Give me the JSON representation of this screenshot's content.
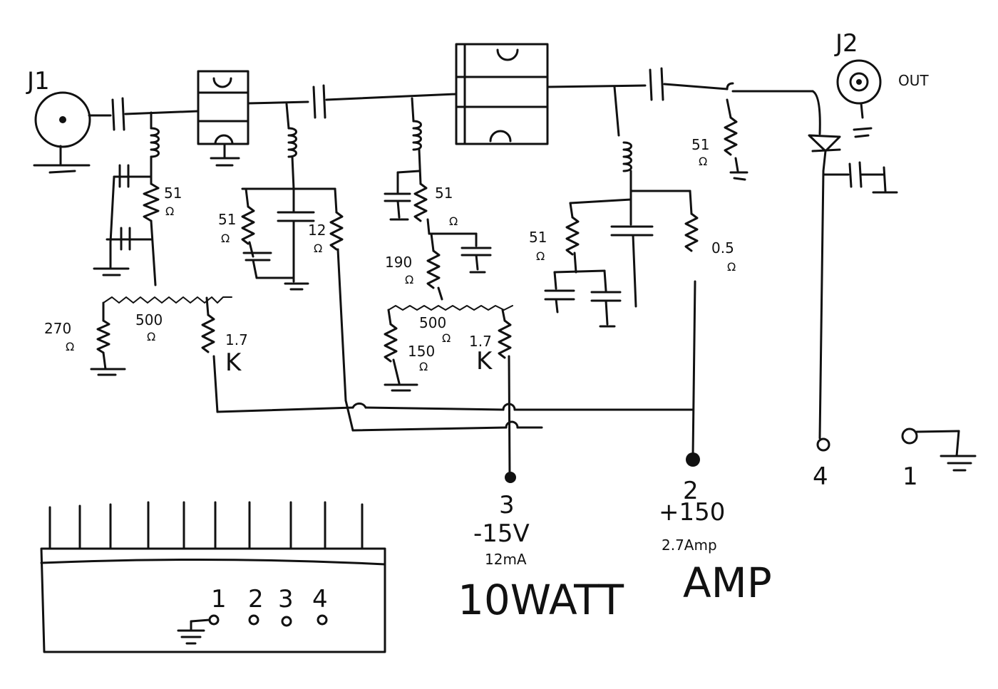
{
  "connectors": {
    "input": "J1",
    "output": "J2",
    "output_label": "OUT"
  },
  "resistors": {
    "r1": "51",
    "r2": "51",
    "r3": "12",
    "r4": "51",
    "r5": "190",
    "r6": "51",
    "r7": "0.5",
    "r8": "51",
    "r_bias1": "270",
    "r_pot1": "500",
    "r_k1": "1.7",
    "r_k1_unit": "K",
    "r_pot2": "500",
    "r_k2": "1.7",
    "r_k2_unit": "K",
    "r_bias2": "150",
    "ohm": "Ω"
  },
  "terminals": {
    "t3": "3",
    "t3_voltage": "-15V",
    "t3_current": "12mA",
    "t2": "2",
    "t2_voltage": "+150",
    "t2_current": "2.7Amp",
    "t4": "4",
    "t1": "1"
  },
  "module_pins": [
    "1",
    "2",
    "3",
    "4"
  ],
  "title": {
    "part1": "10WATT",
    "part2": "AMP"
  }
}
